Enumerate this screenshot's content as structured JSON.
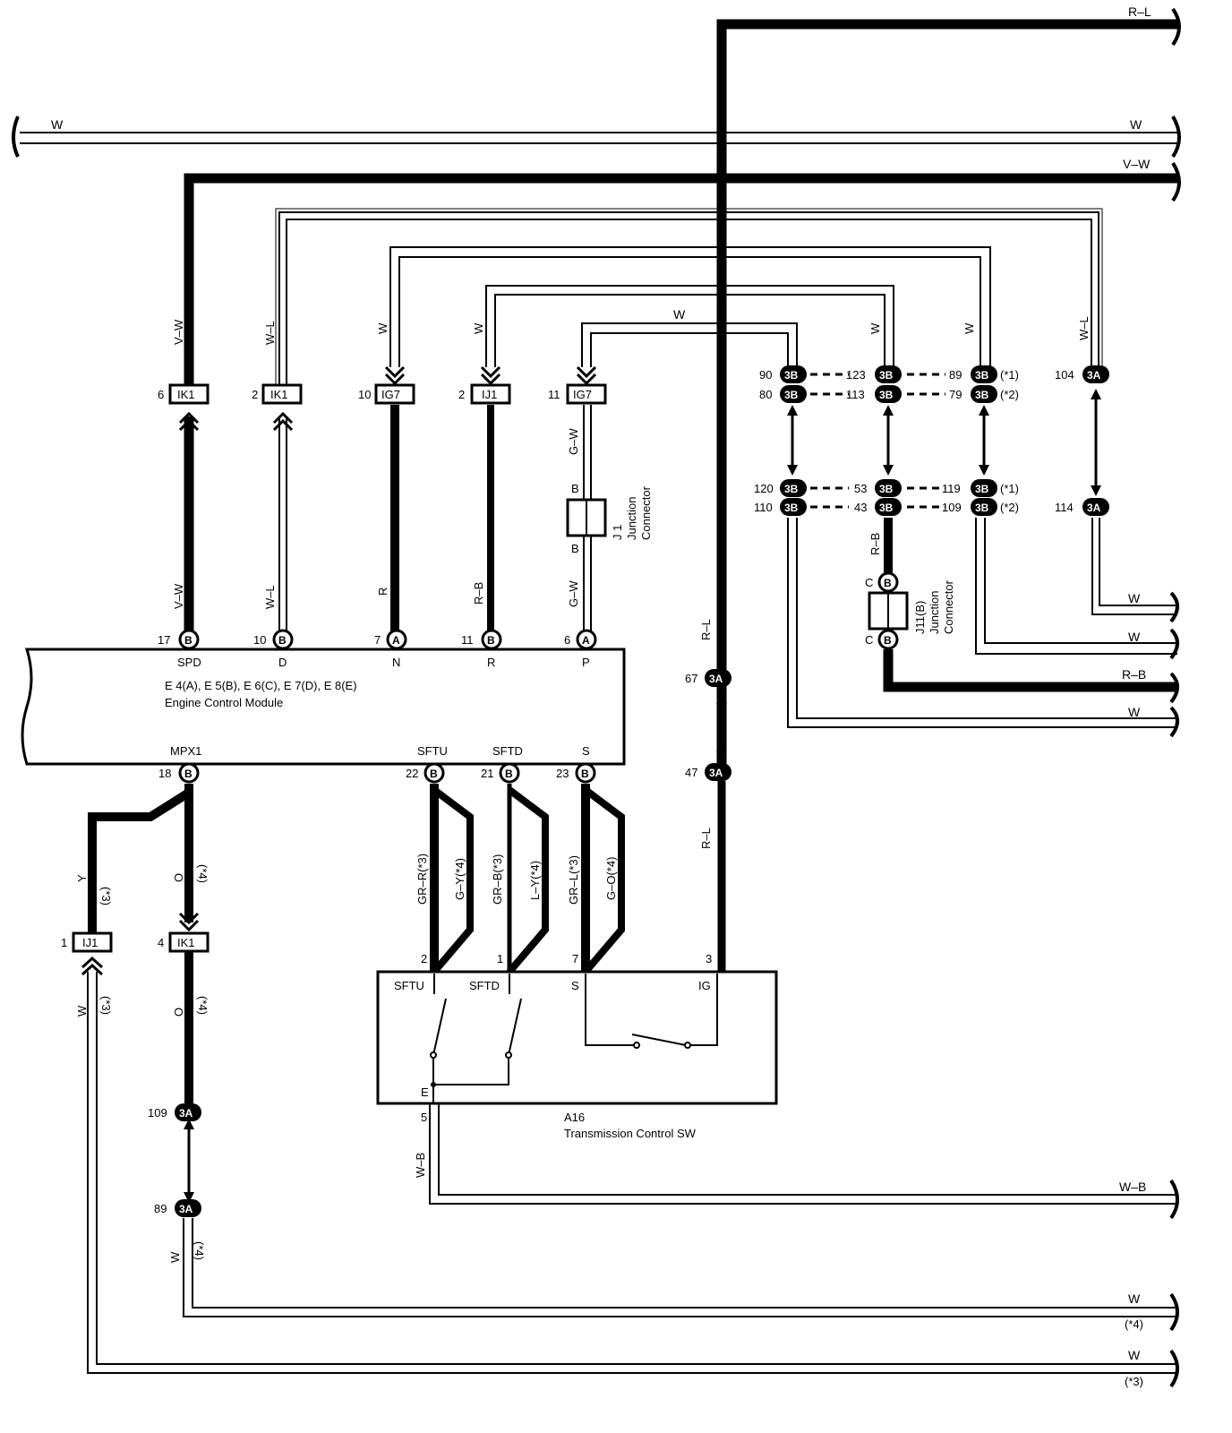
{
  "ecm": {
    "title": "Engine Control Module",
    "connectors": "E 4(A), E 5(B), E 6(C), E 7(D), E 8(E)",
    "pins_top": [
      {
        "label": "SPD",
        "num": "17",
        "letter": "B"
      },
      {
        "label": "D",
        "num": "10",
        "letter": "B"
      },
      {
        "label": "N",
        "num": "7",
        "letter": "A"
      },
      {
        "label": "R",
        "num": "11",
        "letter": "B"
      },
      {
        "label": "P",
        "num": "6",
        "letter": "A"
      }
    ],
    "pins_bottom": [
      {
        "label": "MPX1",
        "num": "18",
        "letter": "B"
      },
      {
        "label": "SFTU",
        "num": "22",
        "letter": "B"
      },
      {
        "label": "SFTD",
        "num": "21",
        "letter": "B"
      },
      {
        "label": "S",
        "num": "23",
        "letter": "B"
      }
    ]
  },
  "a16": {
    "id": "A16",
    "title": "Transmission Control SW",
    "pins": [
      {
        "label": "SFTU",
        "num": "2"
      },
      {
        "label": "SFTD",
        "num": "1"
      },
      {
        "label": "S",
        "num": "7"
      },
      {
        "label": "IG",
        "num": "3"
      },
      {
        "label": "E",
        "num": "5"
      }
    ]
  },
  "junctions": {
    "j1": {
      "line1": "J 1",
      "line2": "Junction",
      "line3": "Connector",
      "pin_top": "B",
      "pin_bottom": "B"
    },
    "j11": {
      "line1": "J11(B)",
      "line2": "Junction",
      "line3": "Connector",
      "pin_top": "C",
      "pin_bottom": "C",
      "letter": "B"
    }
  },
  "inline_connectors": [
    {
      "num": "6",
      "id": "IK1"
    },
    {
      "num": "2",
      "id": "IK1"
    },
    {
      "num": "10",
      "id": "IG7"
    },
    {
      "num": "2",
      "id": "IJ1"
    },
    {
      "num": "11",
      "id": "IG7"
    },
    {
      "num": "1",
      "id": "IJ1"
    },
    {
      "num": "4",
      "id": "IK1"
    }
  ],
  "junction_blocks": {
    "upper_row1": [
      {
        "num": "90",
        "id": "3B"
      },
      {
        "num": "123",
        "id": "3B"
      },
      {
        "num": "89",
        "id": "3B"
      },
      {
        "num": "104",
        "id": "3A"
      }
    ],
    "upper_row2": [
      {
        "num": "80",
        "id": "3B"
      },
      {
        "num": "113",
        "id": "3B"
      },
      {
        "num": "79",
        "id": "3B"
      }
    ],
    "lower_row1": [
      {
        "num": "120",
        "id": "3B"
      },
      {
        "num": "53",
        "id": "3B"
      },
      {
        "num": "119",
        "id": "3B"
      },
      {
        "num": "114",
        "id": "3A"
      }
    ],
    "lower_row2": [
      {
        "num": "110",
        "id": "3B"
      },
      {
        "num": "43",
        "id": "3B"
      },
      {
        "num": "109",
        "id": "3B"
      }
    ],
    "note1": "(*1)",
    "note2": "(*2)",
    "rl1": {
      "num": "67",
      "id": "3A"
    },
    "rl2": {
      "num": "47",
      "id": "3A"
    },
    "o1": {
      "num": "109",
      "id": "3A"
    },
    "o2": {
      "num": "89",
      "id": "3A"
    }
  },
  "wires": {
    "top_right": "R–L",
    "w_top_left": "W",
    "w_top_right": "W",
    "vw_right": "V–W",
    "vw": "V–W",
    "wl": "W–L",
    "w": "W",
    "r": "R",
    "rb": "R–B",
    "gw": "G–W",
    "rl": "R–L",
    "y": "Y",
    "o": "O",
    "note3": "(*3)",
    "note4": "(*4)",
    "gr_r": "GR–R(*3)",
    "g_y": "G–Y(*4)",
    "gr_b": "GR–B(*3)",
    "l_y": "L–Y(*4)",
    "gr_l": "GR–L(*3)",
    "g_o": "G–O(*4)",
    "wb": "W–B"
  }
}
